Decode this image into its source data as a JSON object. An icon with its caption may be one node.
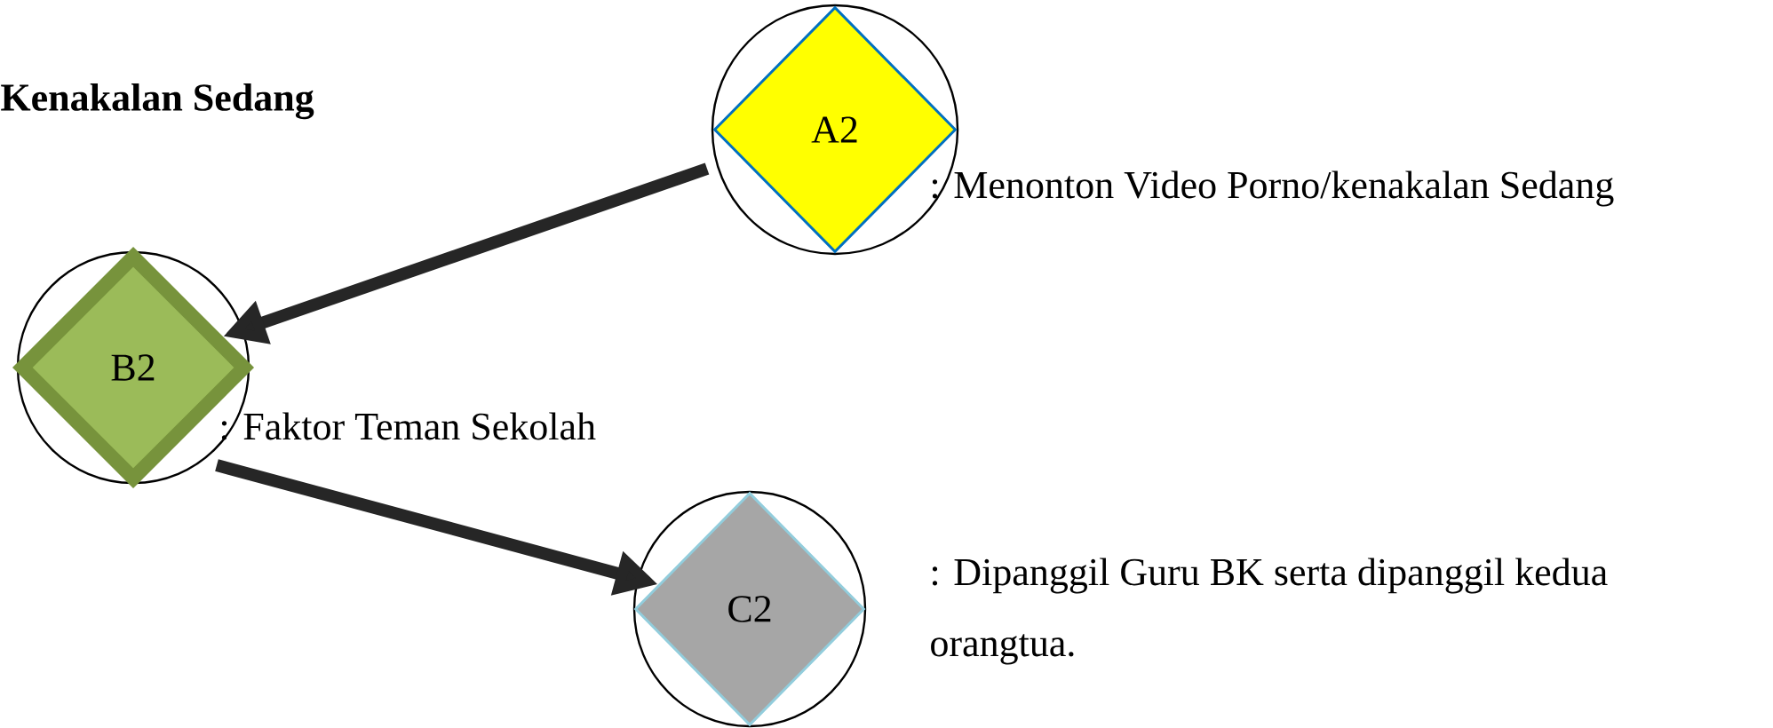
{
  "diagram": {
    "title": "Kenakalan Sedang",
    "nodes": [
      {
        "text": [
          "A2"
        ],
        "beside": [
          ": Menonton Video Porno/kenakalan Sedang"
        ]
      },
      {
        "text": [
          "B2"
        ],
        "beside": [
          ": Faktor Teman Sekolah"
        ]
      },
      {
        "text": [
          "C2"
        ],
        "beside": [
          ": Dipanggil Guru BK serta dipanggil kedua orangtua."
        ]
      }
    ],
    "edges": [
      {
        "from": 0,
        "to": 1,
        "arrow": "to"
      },
      {
        "from": 1,
        "to": 2,
        "arrow": "to"
      }
    ]
  }
}
